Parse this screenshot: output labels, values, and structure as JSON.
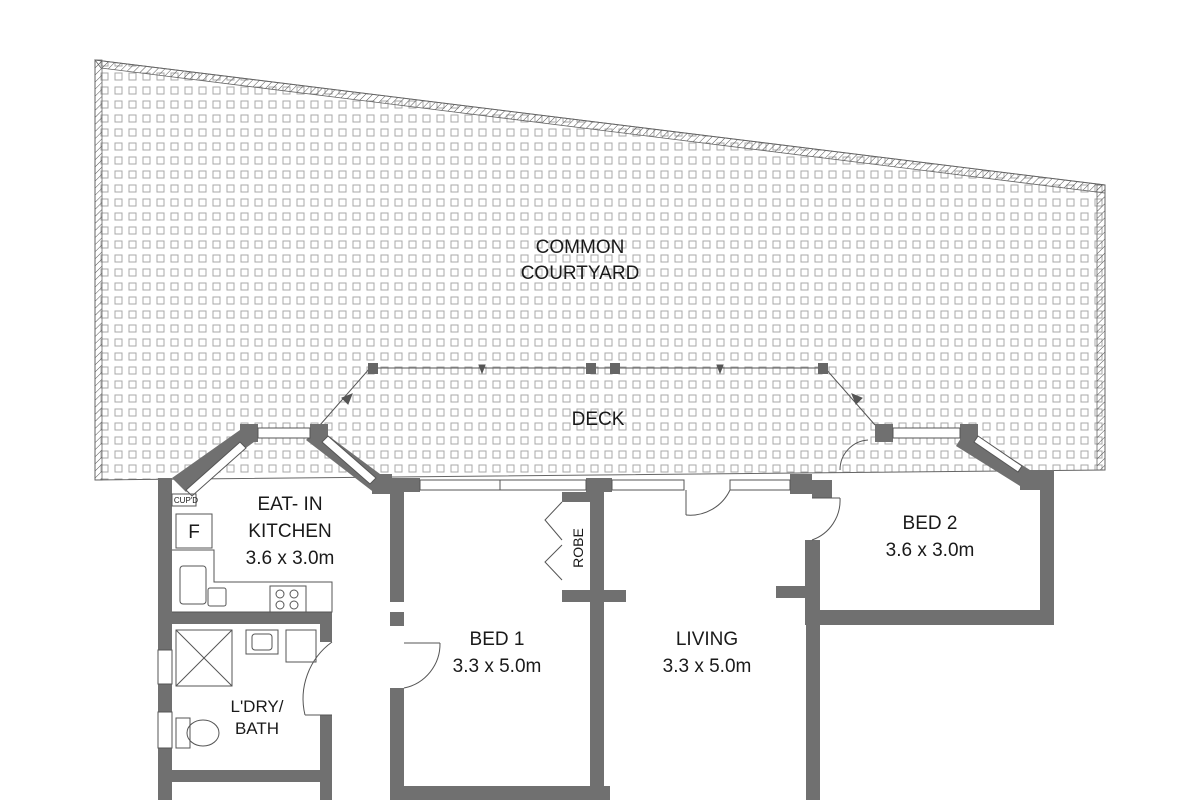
{
  "plan": {
    "courtyard": {
      "line1": "COMMON",
      "line2": "COURTYARD"
    },
    "deck": "DECK",
    "kitchen": {
      "line1": "EAT- IN",
      "line2": "KITCHEN",
      "dims": "3.6 x 3.0m"
    },
    "cupboard": "CUP'D",
    "fridge": "F",
    "robe": "ROBE",
    "bed1": {
      "name": "BED 1",
      "dims": "3.3 x 5.0m"
    },
    "living": {
      "name": "LIVING",
      "dims": "3.3 x 5.0m"
    },
    "bed2": {
      "name": "BED 2",
      "dims": "3.6 x 3.0m"
    },
    "laundry": {
      "line1": "L'DRY/",
      "line2": "BATH"
    }
  },
  "colors": {
    "wall": "#707070",
    "hatch": "#a8a8a8",
    "line": "#444444"
  }
}
